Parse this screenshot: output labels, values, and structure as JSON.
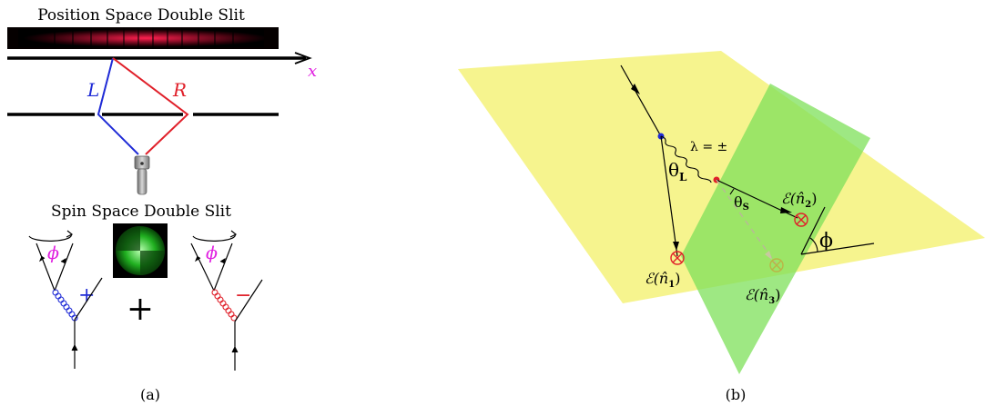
{
  "panel_a": {
    "title_position": "Position Space Double Slit",
    "axis_x_label": "x",
    "path_left_label": "L",
    "path_right_label": "R",
    "title_spin": "Spin Space Double Slit",
    "phi_left": "ϕ",
    "phi_right": "ϕ",
    "sign_plus": "+",
    "sign_minus": "−",
    "plus_between": "+",
    "caption": "(a)"
  },
  "panel_b": {
    "helicity_label": "λ = ±",
    "theta_L_main": "θ",
    "theta_L_sub": "L",
    "theta_S_main": "θ",
    "theta_S_sub": "S",
    "E_n1": "ℰ(n̂",
    "E_n1_sub": "1",
    "E_n2": "ℰ(n̂",
    "E_n2_sub": "2",
    "E_n3": "ℰ(n̂",
    "E_n3_sub": "3",
    "close_paren": ")",
    "phi": "ϕ",
    "caption": "(b)"
  },
  "colors": {
    "left_path": "#1f2bd6",
    "right_path": "#e0202a",
    "magenta": "#e020e0",
    "yellow_plane": "#f4f27a",
    "green_plane": "#7ee05a"
  }
}
